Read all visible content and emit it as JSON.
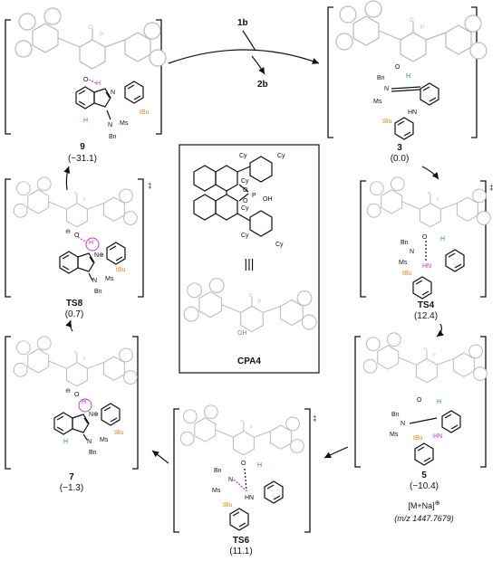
{
  "reagents": {
    "in": "1b",
    "out": "2b"
  },
  "catalyst": {
    "name": "CPA4",
    "equiv": "|||",
    "substituent": "Cy",
    "acid_O": "O",
    "acid_P": "P",
    "acid_OH": "OH"
  },
  "species": [
    {
      "id": "9",
      "energy": "(−31.1)"
    },
    {
      "id": "3",
      "energy": "(0.0)"
    },
    {
      "id": "TS4",
      "energy": "(12.4)"
    },
    {
      "id": "5",
      "energy": "(−10.4)"
    },
    {
      "id": "TS6",
      "energy": "(11.1)"
    },
    {
      "id": "7",
      "energy": "(−1.3)"
    },
    {
      "id": "TS8",
      "energy": "(0.7)"
    }
  ],
  "ms_note": {
    "ion": "[M+Na]",
    "charge": "⊕",
    "mz": "(m/z 1447.7679)"
  },
  "ts_mark": "‡",
  "atoms": {
    "H": "H",
    "N": "N",
    "O": "O",
    "HN": "HN",
    "Bn": "Bn",
    "Ms": "Ms",
    "tBu": "tBu",
    "Nplus": "N⊕",
    "Ominus": "⊖"
  },
  "colors": {
    "orange": "#e08a1c",
    "blue": "#2a7fd4",
    "magenta": "#cc33cc",
    "gray": "#b9b9b9"
  }
}
